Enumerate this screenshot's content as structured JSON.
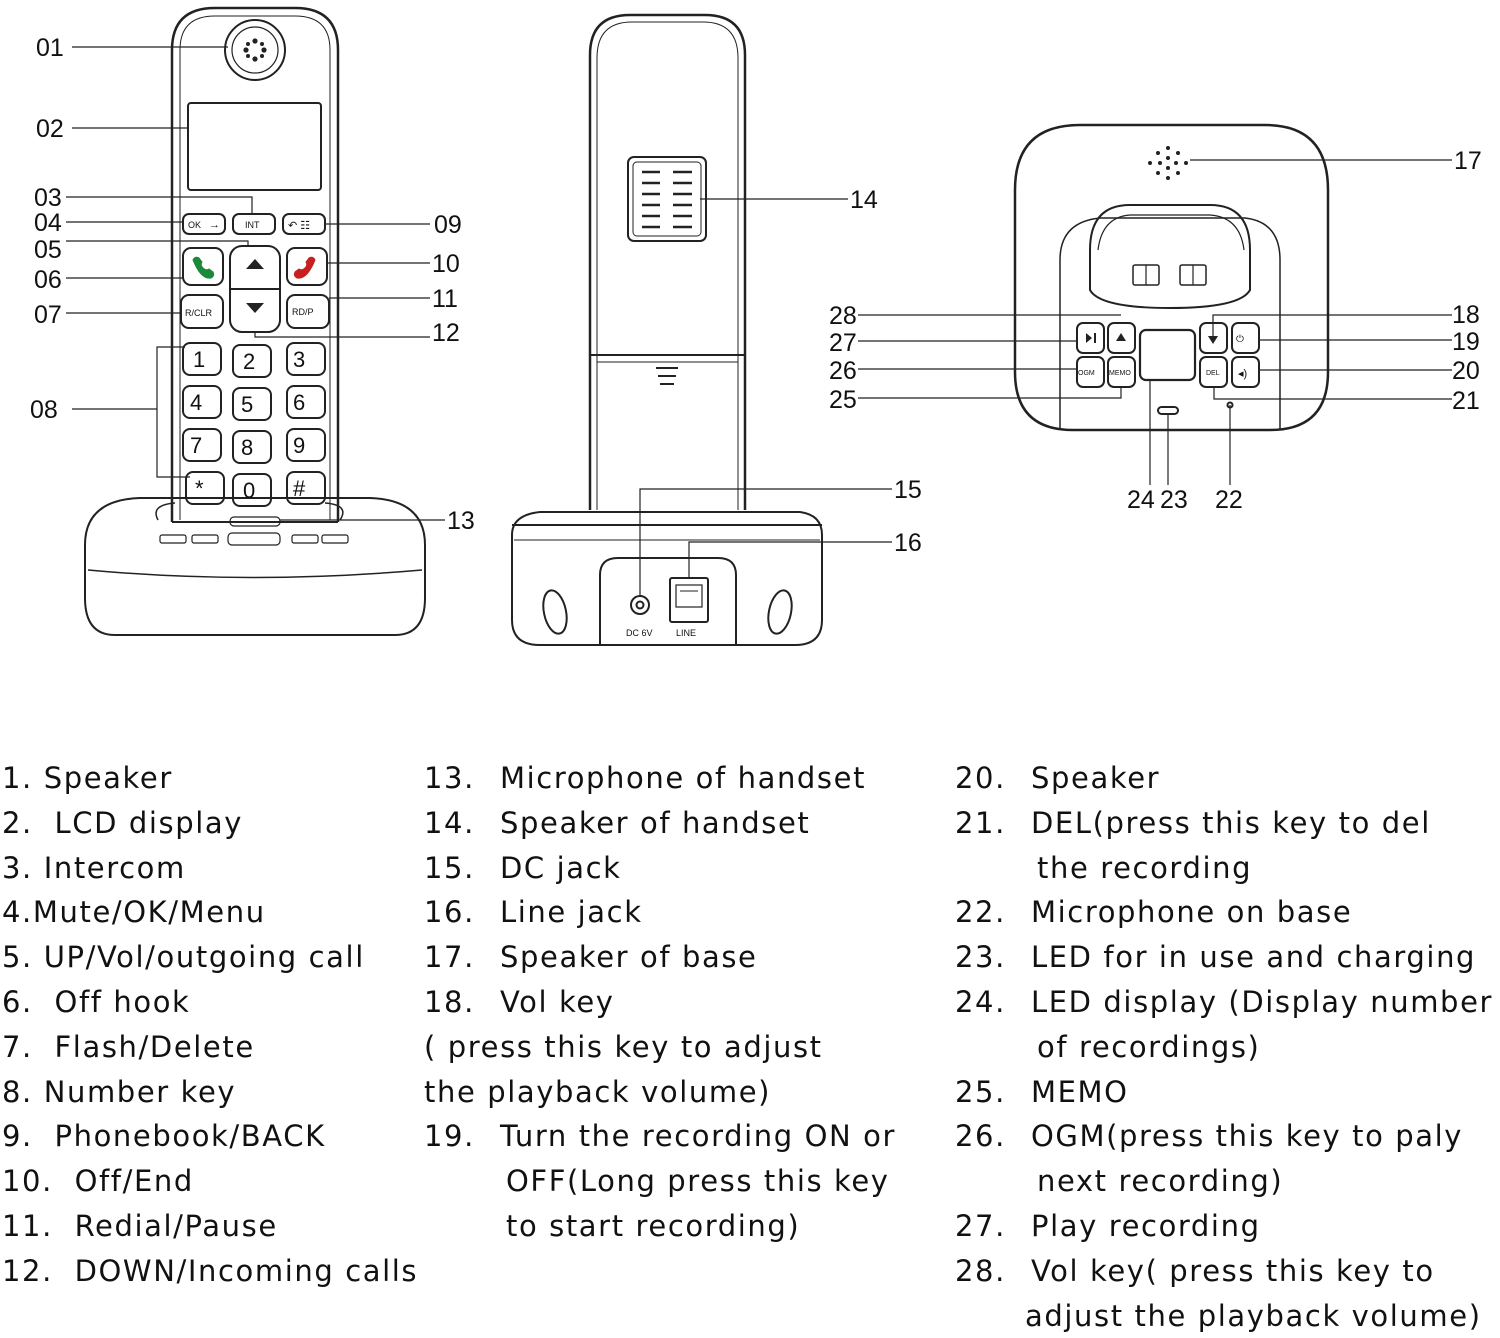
{
  "callouts": {
    "c01": "01",
    "c02": "02",
    "c03": "03",
    "c04": "04",
    "c05": "05",
    "c06": "06",
    "c07": "07",
    "c08": "08",
    "c09": "09",
    "c10": "10",
    "c11": "11",
    "c12": "12",
    "c13": "13",
    "c14": "14",
    "c15": "15",
    "c16": "16",
    "c17": "17",
    "c18": "18",
    "c19": "19",
    "c20": "20",
    "c21": "21",
    "c22": "22",
    "c23": "23",
    "c24": "24",
    "c25": "25",
    "c26": "26",
    "c27": "27",
    "c28": "28"
  },
  "device_labels": {
    "ok": "OK",
    "int": "INT",
    "rclr": "R/CLR",
    "rdp": "RD/P",
    "dc": "DC 6V",
    "line": "LINE",
    "ogm": "OGM",
    "memo": "MEMO",
    "del": "DEL",
    "keys": [
      "1",
      "2",
      "3",
      "4",
      "5",
      "6",
      "7",
      "8",
      "9",
      "*",
      "0",
      "#"
    ]
  },
  "legend": {
    "col1": [
      {
        "num": "1. ",
        "label": "Speaker"
      },
      {
        "num": "2.  ",
        "label": "LCD display"
      },
      {
        "num": "3. ",
        "label": "Intercom"
      },
      {
        "num": "4.",
        "label": "Mute/OK/Menu"
      },
      {
        "num": "5. ",
        "label": "UP/Vol/outgoing call"
      },
      {
        "num": "6.  ",
        "label": "Off hook"
      },
      {
        "num": "7.  ",
        "label": "Flash/Delete"
      },
      {
        "num": "8. ",
        "label": "Number key"
      },
      {
        "num": "9.  ",
        "label": "Phonebook/BACK"
      },
      {
        "num": "10.  ",
        "label": "Off/End"
      },
      {
        "num": "11.  ",
        "label": "Redial/Pause"
      },
      {
        "num": "12.  ",
        "label": "DOWN/Incoming calls"
      }
    ],
    "col2": [
      {
        "num": "13.",
        "label": "Microphone of handset"
      },
      {
        "num": "14.",
        "label": "Speaker of handset"
      },
      {
        "num": "15.",
        "label": "DC jack"
      },
      {
        "num": "16.",
        "label": "Line jack"
      },
      {
        "num": "17.",
        "label": "Speaker of base"
      },
      {
        "num": "18.",
        "label": "Vol key"
      },
      {
        "num": "",
        "label": "( press this key to adjust"
      },
      {
        "num": "",
        "label": "the playback volume)"
      },
      {
        "num": "19.",
        "label": "Turn the recording ON or"
      },
      {
        "num": "",
        "label": "OFF(Long press this key",
        "indent": true
      },
      {
        "num": "",
        "label": "to start recording)",
        "indent": true
      }
    ],
    "col3": [
      {
        "num": "20.",
        "label": "Speaker"
      },
      {
        "num": "21.",
        "label": "DEL(press this key to del"
      },
      {
        "num": "",
        "label": "the recording",
        "indent": true
      },
      {
        "num": "22.",
        "label": "Microphone on base"
      },
      {
        "num": "23.",
        "label": "LED for in use and charging"
      },
      {
        "num": "24.",
        "label": "LED display (Display number"
      },
      {
        "num": "",
        "label": "of recordings)",
        "indent": true
      },
      {
        "num": "25.",
        "label": "MEMO"
      },
      {
        "num": "26.",
        "label": "OGM(press this key to paly"
      },
      {
        "num": "",
        "label": "next recording)",
        "indent": true
      },
      {
        "num": "27.",
        "label": "Play recording"
      },
      {
        "num": "28.",
        "label": "Vol key( press this key to"
      },
      {
        "num": "",
        "label": "adjust the playback volume)",
        "indent2": true
      }
    ]
  },
  "colors": {
    "line": "#222222",
    "green_key": "#1a8a3a",
    "red_key": "#c62020"
  }
}
